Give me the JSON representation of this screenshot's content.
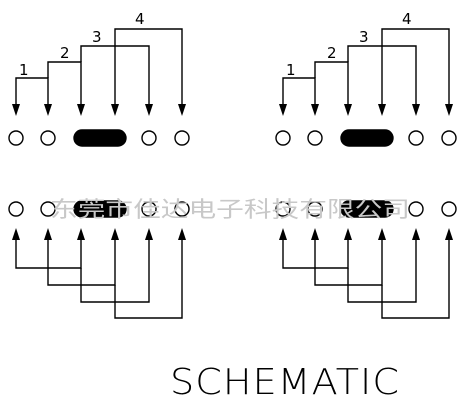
{
  "diagram": {
    "title": "SCHEMATIC",
    "watermark": "东莞市佳达电子科技有限公司",
    "colors": {
      "line": "#000000",
      "watermark": "#c8c8c8",
      "background": "#ffffff"
    },
    "lever_labels": [
      "1",
      "2",
      "3",
      "4"
    ]
  }
}
